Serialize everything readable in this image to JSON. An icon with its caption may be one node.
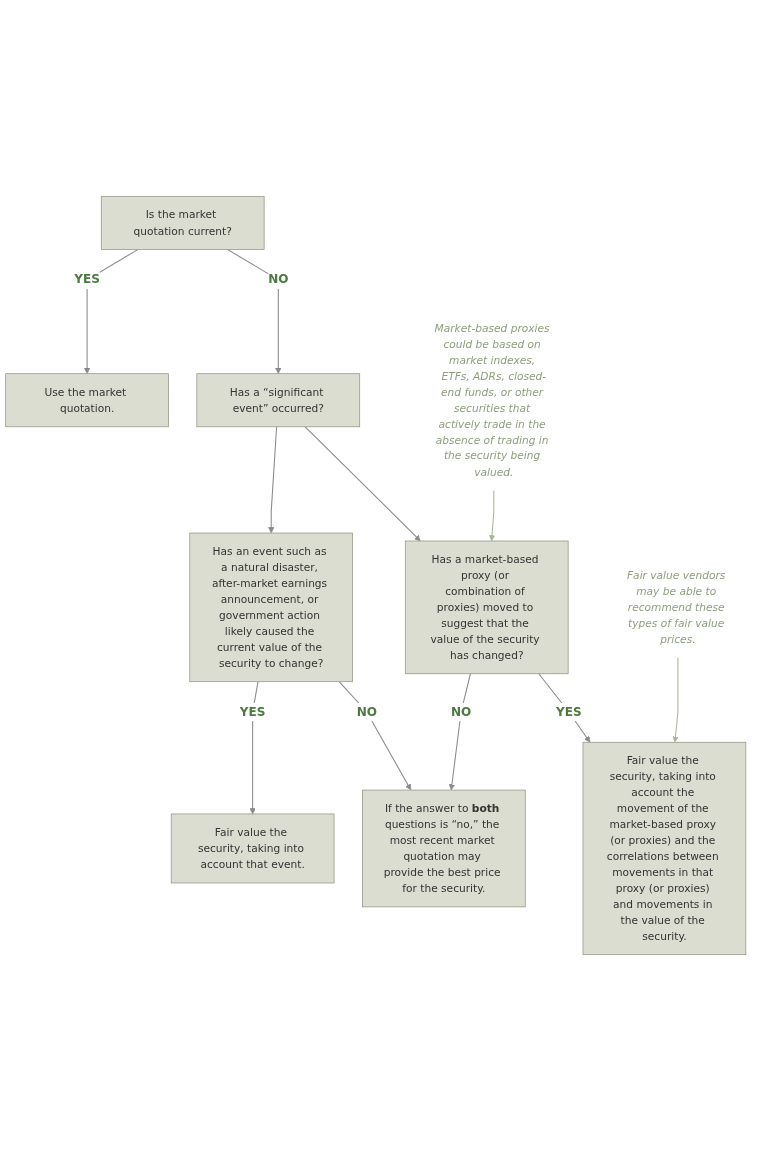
{
  "diagram": {
    "nodes": [
      {
        "text": [
          "Is the market quotation current?"
        ]
      },
      {
        "text": [
          "Use the market quotation."
        ]
      },
      {
        "text": [
          "Has a “significant event” occurred?"
        ]
      },
      {
        "text": [
          "Has an event such as a natural disaster, after-market earnings announcement, or government action likely caused the current value of the security to change?"
        ]
      },
      {
        "text": [
          "Has a market-based proxy (or combination of proxies) moved to suggest that the value of the security has changed?"
        ]
      },
      {
        "text": [
          "Fair value the security, taking into account that event."
        ]
      },
      {
        "text": [
          "If the answer to **both** questions is “no,” the most recent market quotation may provide the best price for the security."
        ]
      },
      {
        "text": [
          "Fair value the security, taking into account the movement of the market-based proxy (or proxies) and the correlations between movements in that proxy (or proxies) and movements in the value of the security."
        ]
      },
      {
        "text": [
          "Market-based proxies could be based on market indexes, ETFs, ADRs, closed-end funds, or other securities that actively trade in the absence of trading in the security being valued."
        ]
      },
      {
        "text": [
          "Fair value vendors may be able to recommend these types of fair value prices."
        ]
      }
    ],
    "edges": [
      {
        "from": 0,
        "to": 1,
        "arrow": "to",
        "label": "YES"
      },
      {
        "from": 0,
        "to": 2,
        "arrow": "to",
        "label": "NO"
      },
      {
        "from": 2,
        "to": 3,
        "arrow": "to"
      },
      {
        "from": 2,
        "to": 4,
        "arrow": "to"
      },
      {
        "from": 3,
        "to": 5,
        "arrow": "to",
        "label": "YES"
      },
      {
        "from": 3,
        "to": 6,
        "arrow": "to",
        "label": "NO"
      },
      {
        "from": 4,
        "to": 6,
        "arrow": "to",
        "label": "NO"
      },
      {
        "from": 4,
        "to": 7,
        "arrow": "to",
        "label": "YES"
      },
      {
        "from": 8,
        "to": 4,
        "arrow": "to",
        "color": "#a9b89a"
      },
      {
        "from": 9,
        "to": 7,
        "arrow": "to",
        "color": "#a9b89a"
      }
    ]
  }
}
